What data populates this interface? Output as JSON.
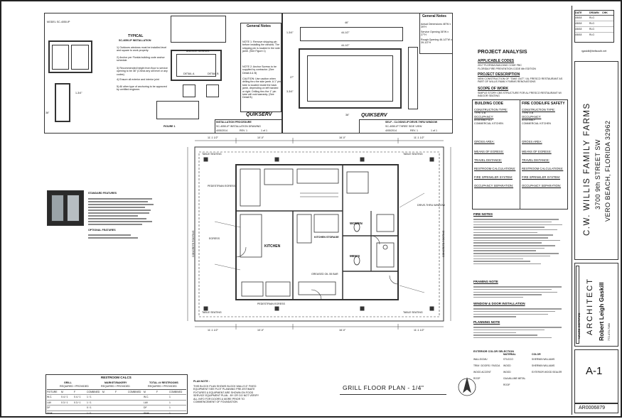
{
  "window_detail": {
    "typical_title": "TYPICAL",
    "typical_sub": "SC-4050-IP INSTALLATION",
    "steps": [
      "1) Outdoors windows must be installed level and square to work properly.",
      "2) Anchor per Florida building code anchor schedule.",
      "3) Recommended height from floor to service opening to be 36\" (Check any sill level or any codes)",
      "4) Ensure all exterior and interior joint",
      "5) All other type of anchoring to be approved by certified engineer."
    ],
    "model_label": "MODEL SC-4050-IP",
    "figure_label": "FIGURE 1",
    "detail_a": "DETAIL A",
    "detail_b": "DETAIL B",
    "dims": [
      "39\"",
      "27\"",
      "36\"",
      "4-3/4\"",
      "1-3/4\"",
      "46\"",
      "44-1/2\"",
      "1-3/4\"",
      "44-1/2\"",
      "27\"",
      "36\"",
      "3-3/4\""
    ],
    "notes_title": "General Notes",
    "notes": [
      "NOTE 1: Remove shipping pin before installing the window. The shipping pin is located in the side jamb. (See Figure 1)",
      "NOTE 2: Anchor Screws to be supplied by contractor. (See Detail A & B)",
      "CAUTION: Use caution when drilling thru the side jamb. A 1\" pin tube is located inside the back jamb, depending on left handed or right. Drilling thru the 1\" pin tube will void warranty. (See Detail B)"
    ],
    "brand": "QUIKSERV",
    "tb1": {
      "title": "INSTALLATION PROCEDURE",
      "model": "SC-4050-IP INSTALLATION DRAWING",
      "date": "4/05/2014",
      "rev": "REV. 1",
      "sheet": "1 of 1"
    },
    "tb2": {
      "title": "SELF - CLOSING-IP DRIVE-THRU WINDOW",
      "model": "SC-4050-IP THREE SIDE VIEW",
      "date": "4/05/2014",
      "rev": "REV. 1",
      "sheet": "1 of 1"
    },
    "general_notes_2_title": "General Notes",
    "general_notes_2": [
      "Actual Dimensions 46\"W x 39\"H",
      "Service Opening 36\"W x 27\"H",
      "Rough Opening 46-1/2\"W x 39-1/2\"H"
    ],
    "standard_features_title": "STANDARD FEATURES",
    "optional_title": "OPTIONAL FEATURES"
  },
  "project_analysis": {
    "title": "PROJECT ANALYSIS",
    "codes_title": "APPLICABLE CODES",
    "codes": [
      "2017 FLORIDA BUILDING CODE FBC",
      "FLORIDA FIRE PREVENTION CODE 6th EDITION"
    ],
    "desc_title": "PROJECT DESCRIPTION",
    "desc": "NEW CONSTRUCTION OF \"TAKE OUT\" / AL FRESCO RESTAURANT AS PART OF WILLIS FAMILY FARMS RENOVATIONS",
    "scope_title": "SCOPE OF WORK",
    "scope": "SIMPLE STORY CBS STRUCTURE FOR AL FRESCO RESTAURANT W/ INDOOR SEATING",
    "bc_title": "BUILDING CODE",
    "fc_title": "FIRE CODE/LIFE SAFETY",
    "bc_items": [
      "CONSTRUCTION TYPE:",
      "TYPE V-B",
      "OCCUPANCY:",
      "ASSEMBLY A-2",
      "COMMERCIAL KITCHEN",
      "GROSS AREA:",
      "MEANS OF EGRESS:",
      "TRAVEL DISTANCE:",
      "RESTROOM CALCULATIONS:",
      "FIRE SPRINKLER SYSTEM:",
      "OCCUPANCY SEPARATION:"
    ],
    "fc_items": [
      "CONSTRUCTION TYPE:",
      "TYPE V-B",
      "OCCUPANCY:",
      "ASSEMBLY",
      "COMMERCIAL KITCHEN",
      "GROSS AREA:",
      "MEANS OF EGRESS:",
      "TRAVEL DISTANCE:",
      "RESTROOM CALCULATIONS:",
      "FIRE SPRINKLER SYSTEM:",
      "OCCUPANCY SEPARATION:"
    ],
    "fire_notes_title": "FIRE NOTES",
    "framing_title": "FRAMING NOTE",
    "window_title": "WINDOW & DOOR INSTALLATION",
    "planning_title": "PLANNING NOTE",
    "material_title": "EXTERIOR COLOR SELECTION",
    "material_cols": [
      "MATERIAL",
      "COLOR"
    ],
    "material_rows": [
      [
        "WALLS/CMU",
        "STUCCO",
        "SHERWIN WILLIAMS"
      ],
      [
        "TRIM / DOORS / FASCIA",
        "WOOD",
        "SHERWIN WILLIAMS"
      ],
      [
        "WOOD ACCENT",
        "WOOD",
        "EXTERIOR WOOD SEALER"
      ],
      [
        "ROOF",
        "GALVALUME METAL ROOF",
        ""
      ]
    ]
  },
  "floor_plan": {
    "title": "GRILL FLOOR PLAN - 1/4\"",
    "rooms": [
      "KITCHEN",
      "WOMEN",
      "MEN'S",
      "KITCHEN STORAGE"
    ],
    "labels": [
      "TABLE SEATING",
      "PEDESTRIAN EGRESS",
      "CONCRETE FOOTING",
      "EGRESS",
      "DRIVE-THRU WINDOW",
      "GREASED OIL 55 BAR"
    ],
    "dims_top": [
      "11'-1 1/2\"",
      "10'-0\"",
      "16'-0\"",
      "11'-1 1/2\""
    ],
    "dims_bottom": [
      "11'-1 1/2\"",
      "10'-0\"",
      "16'-0\"",
      "11'-1 1/2\""
    ],
    "plan_note_title": "PLAN NOTE :",
    "plan_note": "THIS BLOCK PLAN SHOWS BLOCK WALLS 6\" FIXED EQUIPMENT SEE PLOT PLANNING PRE-ESTIMATE FIXTURES & EQUIPMENT ARE SHOWN ON FOOD SERVICE EQUIPMENT PLAN - BY OFI DO NOT VERIFY ALL INFO FOR DOORS & MORE PRIOR TO COMMENCEMENT OF FOUNDATION"
  },
  "restroom_calcs": {
    "title": "RESTROOM CALCS",
    "headers": [
      "GRILL",
      "MARKET/BAKERY",
      "TOTAL ## RESTROOMS"
    ],
    "sub": [
      "REQUIRED / PROVIDED",
      "REQUIRED / PROVIDED",
      "REQUIRED / PROVIDED"
    ],
    "rows": [
      [
        "FIXTURE",
        "M",
        "F",
        "COMBINED",
        "M",
        "F",
        "COMBINED",
        "M",
        "F",
        "COMBINED"
      ],
      [
        "W.C.",
        "0.4 / 1",
        "0.4 / 1",
        "1 / 1",
        "",
        "",
        "",
        "W.C.",
        "",
        "1"
      ],
      [
        "LAV",
        "0.3 / 1",
        "0.3 / 1",
        "1 / 1",
        "",
        "",
        "",
        "LAV",
        "",
        "1"
      ],
      [
        "DF",
        "",
        "",
        "0 / 1",
        "",
        "",
        "",
        "DF",
        "",
        "1"
      ],
      [
        "SINK",
        "",
        "",
        "1 / 1",
        "",
        "",
        "",
        "SINK",
        "",
        "1"
      ]
    ]
  },
  "revisions": {
    "headers": [
      "DATE",
      "DRAWN",
      "CHK"
    ],
    "rows": [
      [
        "4/8/18",
        "RLG",
        ""
      ],
      [
        "4/8/18",
        "RLG",
        ""
      ],
      [
        "4/8/18",
        "RLG",
        ""
      ],
      [
        "4/8/18",
        "RLG",
        ""
      ]
    ],
    "email": "rgaskill@bellsouth.net"
  },
  "title_block": {
    "project": "C.W. WILLIS FAMILY FARMS",
    "street": "3700 9th STREET SW",
    "city": "VERO BEACH, FLORIDA 32962",
    "architect_label": "ARCHITECT",
    "architect_name": "Robert Leigh Gaskill",
    "architect_phone": "772-473-7380",
    "ncarb": "NCARB CERTIFIED",
    "sheet_number": "A-1",
    "license": "AR0006879"
  }
}
